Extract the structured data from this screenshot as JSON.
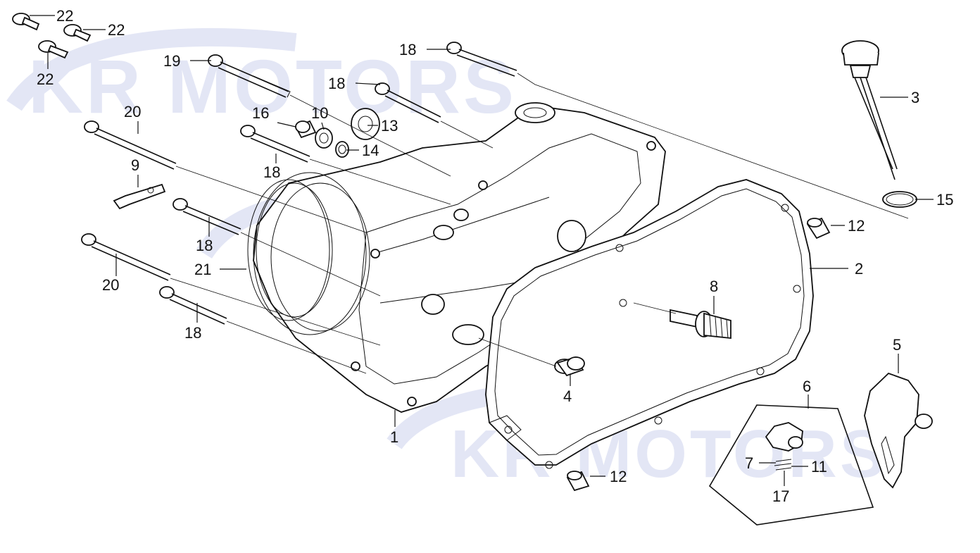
{
  "watermark": {
    "text": "KR MOTORS",
    "color": "#e3e6f5"
  },
  "callouts": {
    "c1": "1",
    "c2": "2",
    "c3": "3",
    "c4": "4",
    "c5": "5",
    "c6": "6",
    "c7": "7",
    "c8": "8",
    "c9": "9",
    "c10": "10",
    "c11": "11",
    "c12a": "12",
    "c12b": "12",
    "c13": "13",
    "c14": "14",
    "c15": "15",
    "c16": "16",
    "c17": "17",
    "c18a": "18",
    "c18b": "18",
    "c18c": "18",
    "c18d": "18",
    "c18e": "18",
    "c19": "19",
    "c20a": "20",
    "c20b": "20",
    "c21": "21",
    "c22a": "22",
    "c22b": "22",
    "c22c": "22"
  }
}
